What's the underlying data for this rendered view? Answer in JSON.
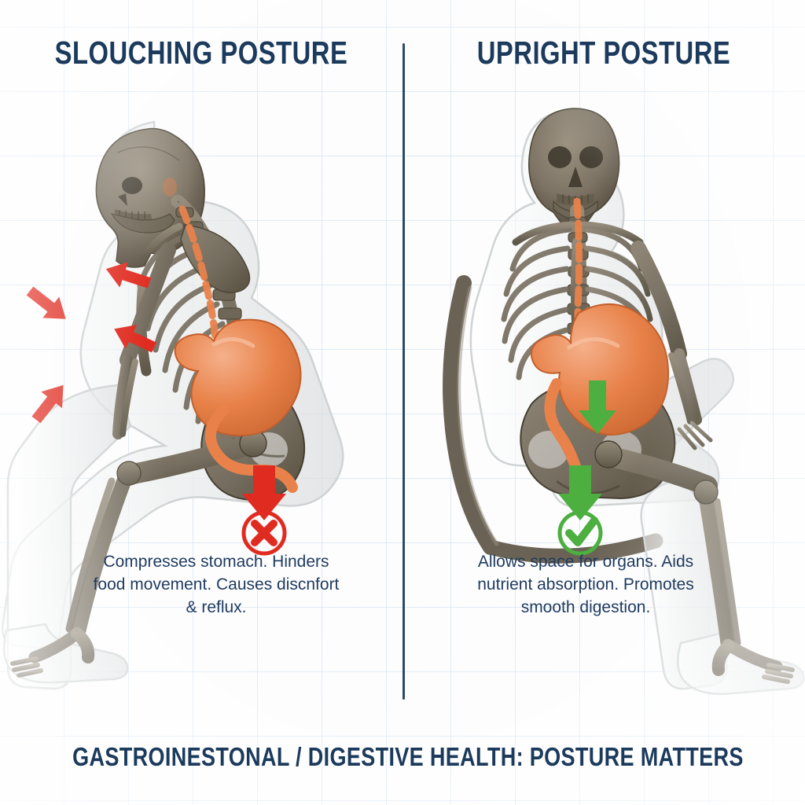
{
  "background": {
    "color": "#fdfdfe",
    "grid_color": "#c6dbec",
    "divider_color": "#2b4a68"
  },
  "panels": {
    "left": {
      "title": "SLOUCHING POSTURE",
      "caption": "Compresses stomach. Hinders food movement. Causes discnfort & reflux.",
      "verdict_icon": "circle-x-icon",
      "arrow_icon": "down-arrow-icon",
      "accent_color": "#e02b20",
      "stomach_state": "compressed",
      "indicator_arrows": 4
    },
    "right": {
      "title": "UPRIGHT POSTURE",
      "caption": "Allows space for organs. Aids nutrient absorption. Promotes smooth digestion.",
      "verdict_icon": "circle-check-icon",
      "arrow_icon": "down-arrow-icon",
      "accent_color": "#4caf3f",
      "stomach_state": "open",
      "indicator_arrows": 2,
      "has_chair": true
    }
  },
  "banner": {
    "text": "GASTROINESTONAL / DIGESTIVE HEALTH: POSTURE MATTERS"
  },
  "anatomy": {
    "bone_color": "#7a7264",
    "bone_dark": "#5d564b",
    "body_color": "#f2f3f3",
    "organ_color": "#e8824a",
    "organ_light": "#f0a377"
  }
}
